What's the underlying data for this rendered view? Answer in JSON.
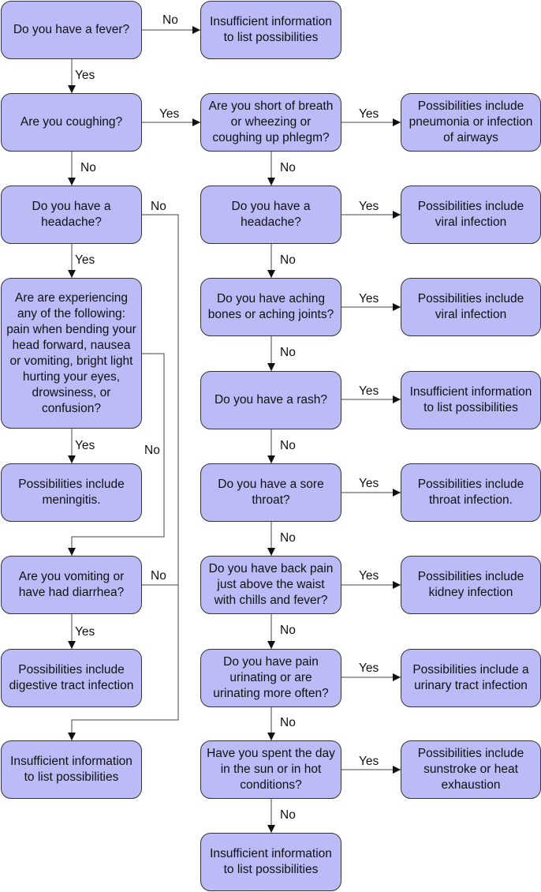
{
  "nodes": {
    "fever": "Do you have a fever?",
    "insufficient_top": "Insufficient information to list possibilities",
    "coughing": "Are you coughing?",
    "short_breath": "Are you short of breath or wheezing or coughing up phlegm?",
    "pneumonia": "Possibilities include pneumonia or infection of airways",
    "headache_left": "Do you have a headache?",
    "headache_right": "Do you have a headache?",
    "viral1": "Possibilities include viral infection",
    "experiencing": "Are are experiencing any of the following: pain when bending your head forward, nausea or vomiting, bright light hurting your eyes, drowsiness, or confusion?",
    "aching": "Do you have aching bones or aching joints?",
    "viral2": "Possibilities include viral infection",
    "rash": "Do you have a rash?",
    "insufficient_rash": "Insufficient information to list possibilities",
    "meningitis": "Possibilities include meningitis.",
    "sore_throat": "Do you have a sore throat?",
    "throat_infection": "Possibilities include throat infection.",
    "vomiting": "Are you vomiting or have had diarrhea?",
    "back_pain": "Do you have back pain just above the waist with chills and fever?",
    "kidney": "Possibilities include kidney infection",
    "digestive": "Possibilities include digestive tract infection",
    "urinating": "Do you have pain urinating or are urinating more often?",
    "urinary": "Possibilities include a urinary tract infection",
    "insufficient_left": "Insufficient information to list possibilities",
    "sun": "Have you spent the day in the sun or in hot conditions?",
    "sunstroke": "Possibilities include sunstroke or heat exhaustion",
    "insufficient_bottom": "Insufficient information to list possibilities"
  },
  "labels": {
    "yes": "Yes",
    "no": "No"
  },
  "colors": {
    "node_fill": "#bbbbf7",
    "node_border": "#333333",
    "edge": "#444444"
  }
}
